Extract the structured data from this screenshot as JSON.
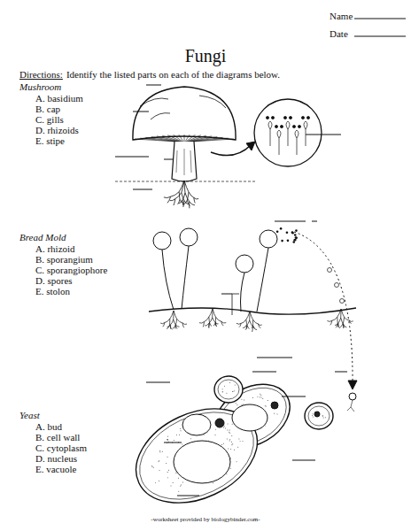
{
  "diagram": {
    "title": "Fungi",
    "labels": [
      "Name",
      "Date",
      "Directions:",
      "Identify the listed parts on each of the diagrams below.",
      "Mushroom",
      "A. basidium",
      "B. cap",
      "C. gills",
      "D. rhizoids",
      "E. stipe",
      "Bread Mold",
      "A. rhizoid",
      "B. sporangium",
      "C. sporangiophore",
      "D. spores",
      "E. stolon",
      "Yeast",
      "A. bud",
      "B. cell wall",
      "C. cytoplasm",
      "D. nucleus",
      "E. vacuole",
      "-worksheet provided by biologybinder.com-"
    ]
  }
}
